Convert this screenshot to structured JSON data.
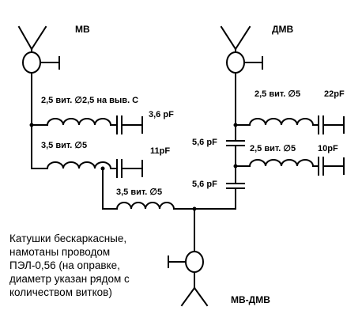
{
  "labels": {
    "mv": "МВ",
    "dmv": "ДМВ",
    "mv_dmv": "МВ-ДМВ",
    "coil_top_left": "2,5 вит. ∅2,5 на выв. С",
    "cap_top_left": "3,6 pF",
    "coil_mid_left": "3,5 вит. ∅5",
    "cap_mid_left": "11pF",
    "coil_bottom": "3,5 вит. ∅5",
    "coil_top_right": "2,5 вит. ∅5",
    "cap_top_right": "22pF",
    "cap_series_upper": "5,6 pF",
    "coil_mid_right": "2,5 вит. ∅5",
    "cap_mid_right": "10pF",
    "cap_series_lower": "5,6 pF"
  },
  "note_lines": [
    "Катушки бескаркасные,",
    "намотаны проводом",
    "ПЭЛ-0,56 (на оправке,",
    "диаметр указан рядом с",
    "количеством витков)"
  ]
}
